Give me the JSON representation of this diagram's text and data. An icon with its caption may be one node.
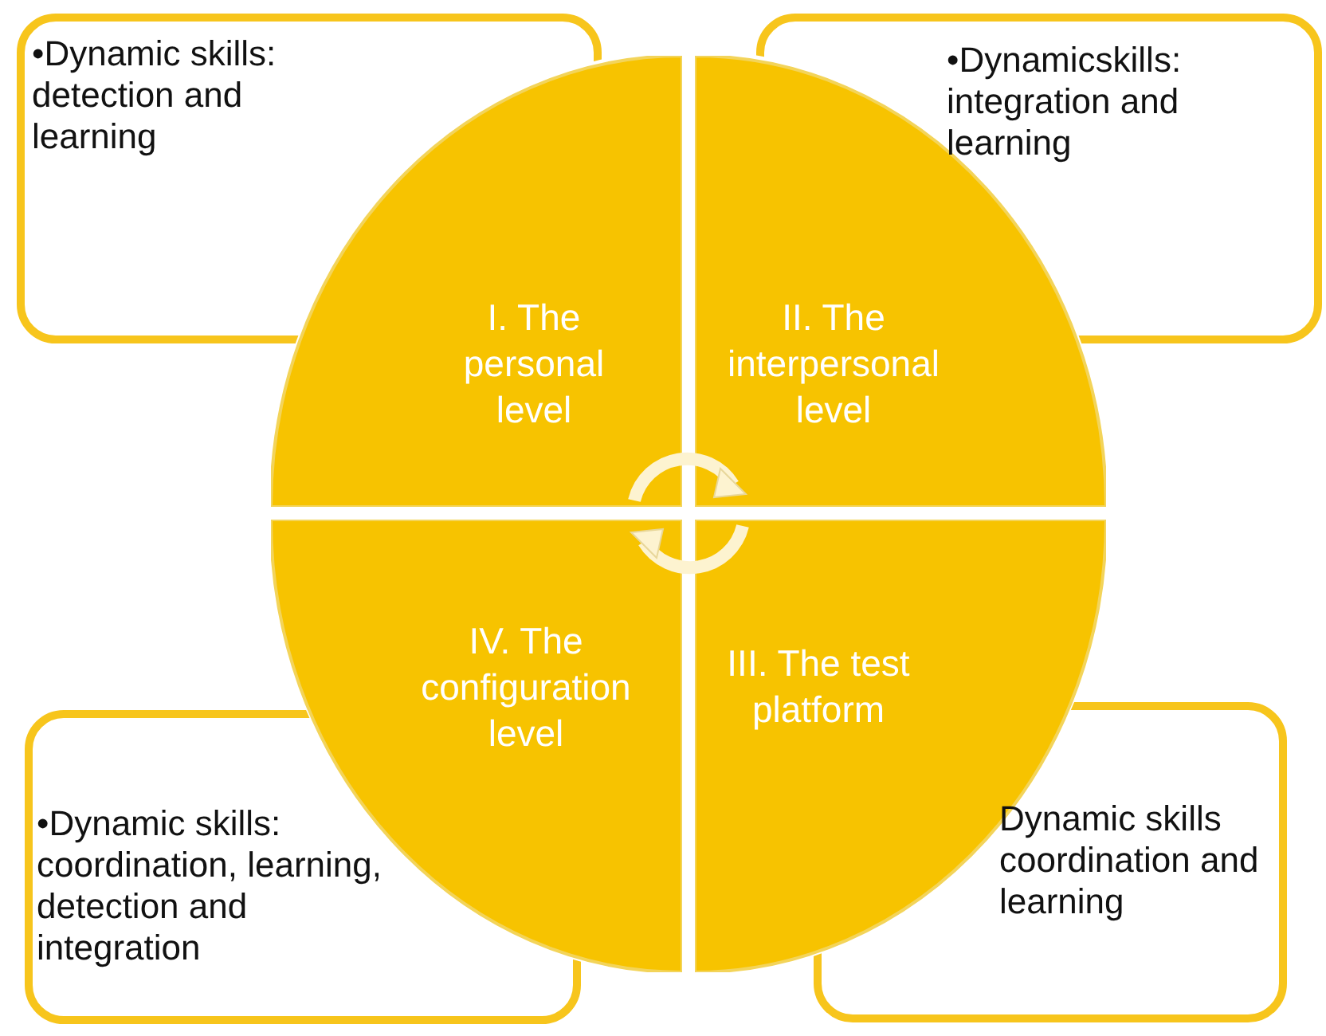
{
  "diagram": {
    "nodes": [
      {
        "text": [
          "•Dynamic skills: detection and learning"
        ]
      },
      {
        "text": [
          "•Dynamicskills: integration and learning"
        ]
      },
      {
        "text": [
          "I. The personal level"
        ]
      },
      {
        "text": [
          "II. The interpersonal level"
        ]
      },
      {
        "text": [
          "IV. The configuration level"
        ]
      },
      {
        "text": [
          "III. The test platform"
        ]
      },
      {
        "text": [
          "•Dynamic skills: coordination, learning, detection and integration"
        ]
      },
      {
        "text": [
          "Dynamic skills coordination and learning"
        ]
      }
    ],
    "edges": []
  }
}
